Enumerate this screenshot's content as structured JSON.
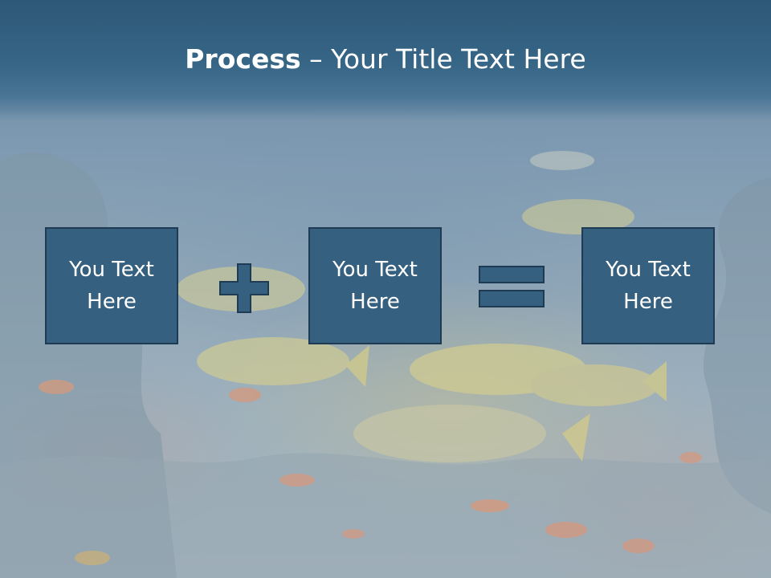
{
  "slide": {
    "title_bold": "Process",
    "title_rest": " – Your Title Text Here",
    "boxes": [
      {
        "text": "You Text\nHere"
      },
      {
        "text": "You Text\nHere"
      },
      {
        "text": "You Text\nHere"
      }
    ],
    "operators": [
      "plus-icon",
      "equals-icon"
    ]
  },
  "colors": {
    "title_band": "#376686",
    "box_fill": "#36607f",
    "box_border": "#1f3b53",
    "text": "#ffffff"
  }
}
